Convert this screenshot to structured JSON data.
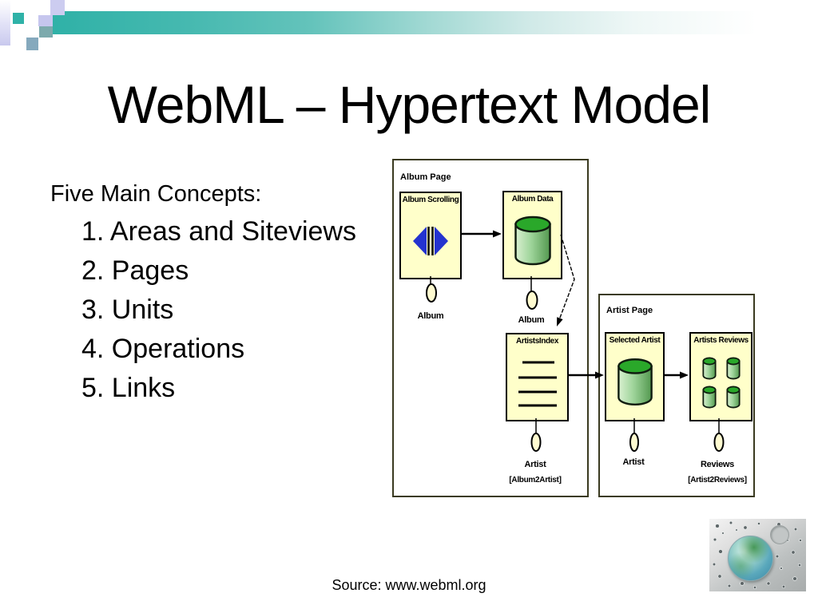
{
  "slide": {
    "title": "WebML – Hypertext Model",
    "source": "Source: www.webml.org"
  },
  "concepts": {
    "heading": "Five Main Concepts:",
    "items": [
      "1. Areas and Siteviews",
      "2. Pages",
      "3. Units",
      "4. Operations",
      "5. Links"
    ]
  },
  "diagram": {
    "album_page": {
      "label": "Album Page"
    },
    "artist_page": {
      "label": "Artist Page"
    },
    "units": {
      "album_scrolling": {
        "title": "Album Scrolling",
        "icon": "scroller-icon",
        "source_label": "Album"
      },
      "album_data": {
        "title": "Album Data",
        "icon": "data-cylinder-icon",
        "source_label": "Album"
      },
      "artists_index": {
        "title": "ArtistsIndex",
        "icon": "index-list-icon",
        "source_label": "Artist",
        "relation_label": "[Album2Artist]"
      },
      "selected_artist": {
        "title": "Selected Artist",
        "icon": "data-cylinder-icon",
        "source_label": "Artist"
      },
      "artists_reviews": {
        "title": "Artists Reviews",
        "icon": "multidata-cylinders-icon",
        "source_label": "Reviews",
        "relation_label": "[Artist2Reviews]"
      }
    }
  },
  "decoration": {
    "globe_icon": "earth-globe-image",
    "accent_teal": "#2fb1a7",
    "accent_lavender": "#ccccf0",
    "unit_fill": "#ffffca",
    "cylinder_green": "#2aa82a",
    "scroller_blue": "#2433cf"
  }
}
